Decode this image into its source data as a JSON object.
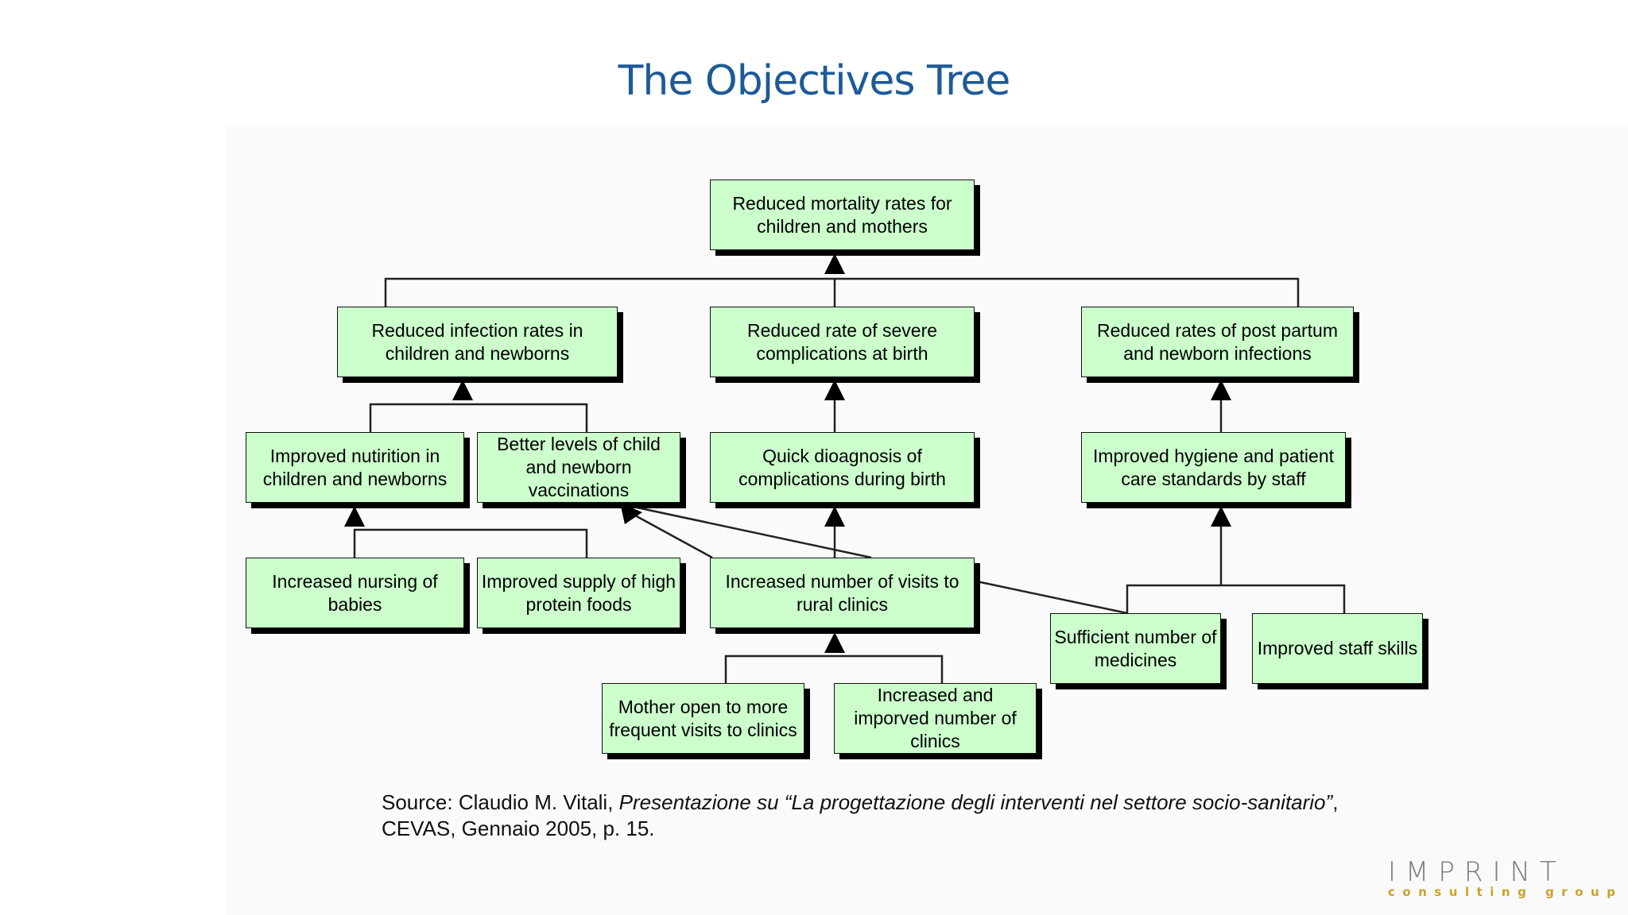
{
  "title": "The Objectives Tree",
  "colors": {
    "title": "#1d5a96",
    "node_fill": "#ccffcc",
    "logo_gray": "#7a7a7a",
    "logo_gold": "#c9a227"
  },
  "nodes": {
    "mortality": "Reduced mortality rates for children and mothers",
    "infection": "Reduced infection rates in children and newborns",
    "complications": "Reduced rate of severe complications at birth",
    "postpartum": "Reduced rates of post partum and newborn infections",
    "nutrition": "Improved nutirition in children and newborns",
    "vaccination": "Better levels of child and newborn vaccinations",
    "diagnosis": "Quick dioagnosis of complications during birth",
    "hygiene": "Improved hygiene and patient care standards by staff",
    "nursing": "Increased nursing of babies",
    "protein": "Improved supply of high protein foods",
    "visits": "Increased number of visits to rural clinics",
    "medicines": "Sufficient number of medicines",
    "staff_skills": "Improved staff skills",
    "mother_open": "Mother open to more frequent visits to clinics",
    "clinics_number": "Increased and imporved number of clinics"
  },
  "source": {
    "prefix": "Source: Claudio M. Vitali, ",
    "italic": "Presentazione su “La progettazione degli interventi nel settore socio-sanitario”",
    "suffix": ", CEVAS, Gennaio 2005, p. 15."
  },
  "logo": {
    "main": "IMPRINT",
    "sub": "consulting group"
  }
}
